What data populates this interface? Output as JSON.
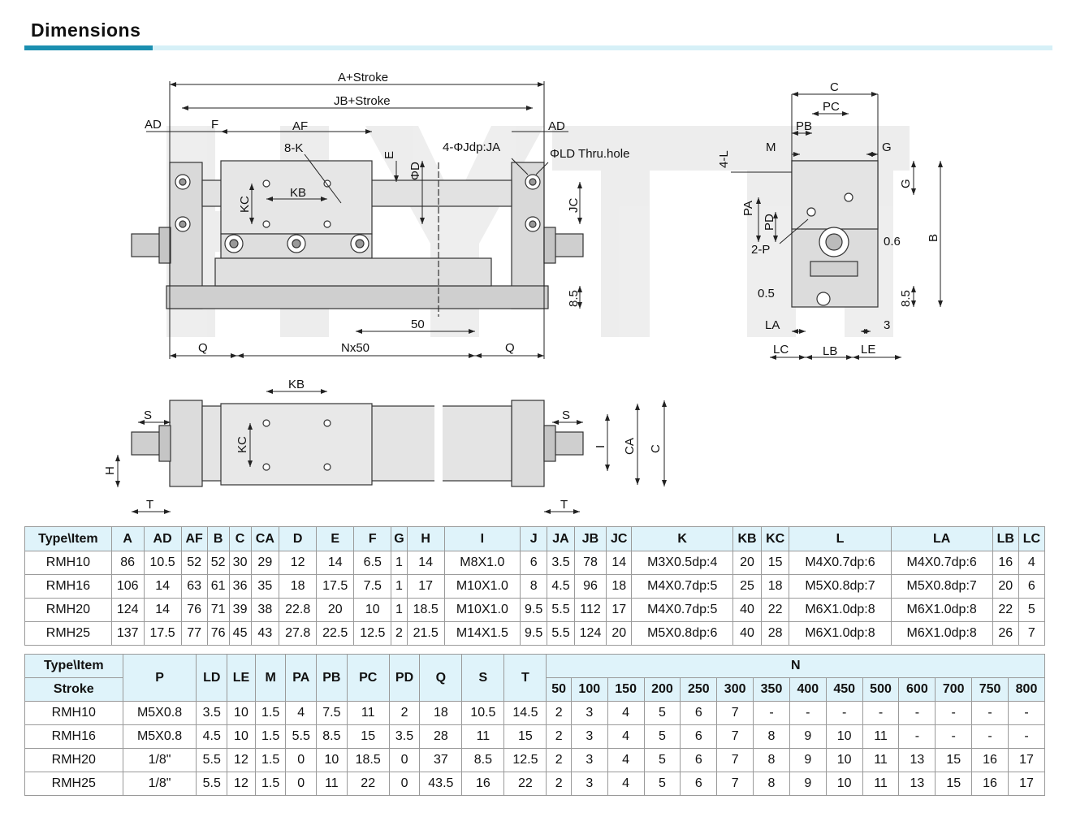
{
  "header": {
    "title": "Dimensions"
  },
  "watermark": "HYTTE",
  "drawing_labels": {
    "a_stroke": "A+Stroke",
    "jb_stroke": "JB+Stroke",
    "ad": "AD",
    "f": "F",
    "af": "AF",
    "k": "8-K",
    "e": "E",
    "d": "ΦD",
    "jdp": "4-ΦJdp:JA",
    "ld": "ΦLD Thru.hole",
    "kc": "KC",
    "kb": "KB",
    "jc": "JC",
    "h85": "8.5",
    "n50": "Nx50",
    "q": "Q",
    "p50": "50",
    "s": "S",
    "h": "H",
    "t": "T",
    "i": "I",
    "ca": "CA",
    "c": "C",
    "pc": "PC",
    "pb": "PB",
    "m": "M",
    "g": "G",
    "l4": "4-L",
    "pa": "PA",
    "pd": "PD",
    "p2": "2-P",
    "v06": "0.6",
    "b": "B",
    "v05": "0.5",
    "la": "LA",
    "v3": "3",
    "lc": "LC",
    "lb": "LB",
    "le": "LE"
  },
  "table1": {
    "headers": [
      "Type\\Item",
      "A",
      "AD",
      "AF",
      "B",
      "C",
      "CA",
      "D",
      "E",
      "F",
      "G",
      "H",
      "I",
      "J",
      "JA",
      "JB",
      "JC",
      "K",
      "KB",
      "KC",
      "L",
      "LA",
      "LB",
      "LC"
    ],
    "rows": [
      [
        "RMH10",
        "86",
        "10.5",
        "52",
        "52",
        "30",
        "29",
        "12",
        "14",
        "6.5",
        "1",
        "14",
        "M8X1.0",
        "6",
        "3.5",
        "78",
        "14",
        "M3X0.5dp:4",
        "20",
        "15",
        "M4X0.7dp:6",
        "M4X0.7dp:6",
        "16",
        "4"
      ],
      [
        "RMH16",
        "106",
        "14",
        "63",
        "61",
        "36",
        "35",
        "18",
        "17.5",
        "7.5",
        "1",
        "17",
        "M10X1.0",
        "8",
        "4.5",
        "96",
        "18",
        "M4X0.7dp:5",
        "25",
        "18",
        "M5X0.8dp:7",
        "M5X0.8dp:7",
        "20",
        "6"
      ],
      [
        "RMH20",
        "124",
        "14",
        "76",
        "71",
        "39",
        "38",
        "22.8",
        "20",
        "10",
        "1",
        "18.5",
        "M10X1.0",
        "9.5",
        "5.5",
        "112",
        "17",
        "M4X0.7dp:5",
        "40",
        "22",
        "M6X1.0dp:8",
        "M6X1.0dp:8",
        "22",
        "5"
      ],
      [
        "RMH25",
        "137",
        "17.5",
        "77",
        "76",
        "45",
        "43",
        "27.8",
        "22.5",
        "12.5",
        "2",
        "21.5",
        "M14X1.5",
        "9.5",
        "5.5",
        "124",
        "20",
        "M5X0.8dp:6",
        "40",
        "28",
        "M6X1.0dp:8",
        "M6X1.0dp:8",
        "26",
        "7"
      ]
    ]
  },
  "table2": {
    "header_top": [
      "Type\\Item",
      "P",
      "LD",
      "LE",
      "M",
      "PA",
      "PB",
      "PC",
      "PD",
      "Q",
      "S",
      "T",
      "N"
    ],
    "header_stroke": "Stroke",
    "n_cols": [
      "50",
      "100",
      "150",
      "200",
      "250",
      "300",
      "350",
      "400",
      "450",
      "500",
      "600",
      "700",
      "750",
      "800"
    ],
    "rows": [
      [
        "RMH10",
        "M5X0.8",
        "3.5",
        "10",
        "1.5",
        "4",
        "7.5",
        "11",
        "2",
        "18",
        "10.5",
        "14.5",
        "2",
        "3",
        "4",
        "5",
        "6",
        "7",
        "-",
        "-",
        "-",
        "-",
        "-",
        "-",
        "-",
        "-"
      ],
      [
        "RMH16",
        "M5X0.8",
        "4.5",
        "10",
        "1.5",
        "5.5",
        "8.5",
        "15",
        "3.5",
        "28",
        "11",
        "15",
        "2",
        "3",
        "4",
        "5",
        "6",
        "7",
        "8",
        "9",
        "10",
        "11",
        "-",
        "-",
        "-",
        "-"
      ],
      [
        "RMH20",
        "1/8\"",
        "5.5",
        "12",
        "1.5",
        "0",
        "10",
        "18.5",
        "0",
        "37",
        "8.5",
        "12.5",
        "2",
        "3",
        "4",
        "5",
        "6",
        "7",
        "8",
        "9",
        "10",
        "11",
        "13",
        "15",
        "16",
        "17"
      ],
      [
        "RMH25",
        "1/8\"",
        "5.5",
        "12",
        "1.5",
        "0",
        "11",
        "22",
        "0",
        "43.5",
        "16",
        "22",
        "2",
        "3",
        "4",
        "5",
        "6",
        "7",
        "8",
        "9",
        "10",
        "11",
        "13",
        "15",
        "16",
        "17"
      ]
    ]
  }
}
